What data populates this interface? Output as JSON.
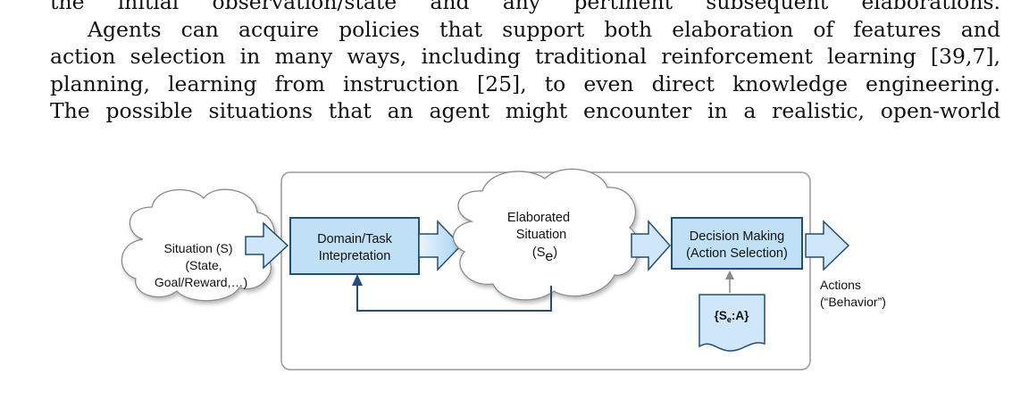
{
  "paragraph": {
    "line_0": "the initial observation/state and any pertinent subsequent elaborations.",
    "line_1": "Agents can acquire policies that support both elaboration of features and",
    "line_2": "action selection in many ways, including traditional reinforcement learning [39,7],",
    "line_3": "planning, learning from instruction [25], to even direct knowledge engineering.",
    "line_4": "The possible situations that an agent might encounter in a realistic, open-world"
  },
  "diagram": {
    "situation": {
      "line1": "Situation (S)",
      "line2": "(State,",
      "line3": "Goal/Reward,…)"
    },
    "domain_task": {
      "line1": "Domain/Task",
      "line2": "Intepretation"
    },
    "elaborated": {
      "line1": "Elaborated",
      "line2": "Situation",
      "line3_main": "(S",
      "line3_sub": "e",
      "line3_end": ")"
    },
    "decision": {
      "line1": "Decision Making",
      "line2": "(Action Selection)"
    },
    "policy": {
      "main_prefix": "{S",
      "sub": "e",
      "main_suffix": ":A}"
    },
    "actions": {
      "line1": "Actions",
      "line2": "(“Behavior”)"
    },
    "colors": {
      "box_fill": "#bfe0f5",
      "box_stroke": "#1f4f7a",
      "arrow_fill": "#cfe7f8",
      "feedback_line": "#1f4f7a",
      "frame_stroke": "#9a9a9a"
    }
  }
}
